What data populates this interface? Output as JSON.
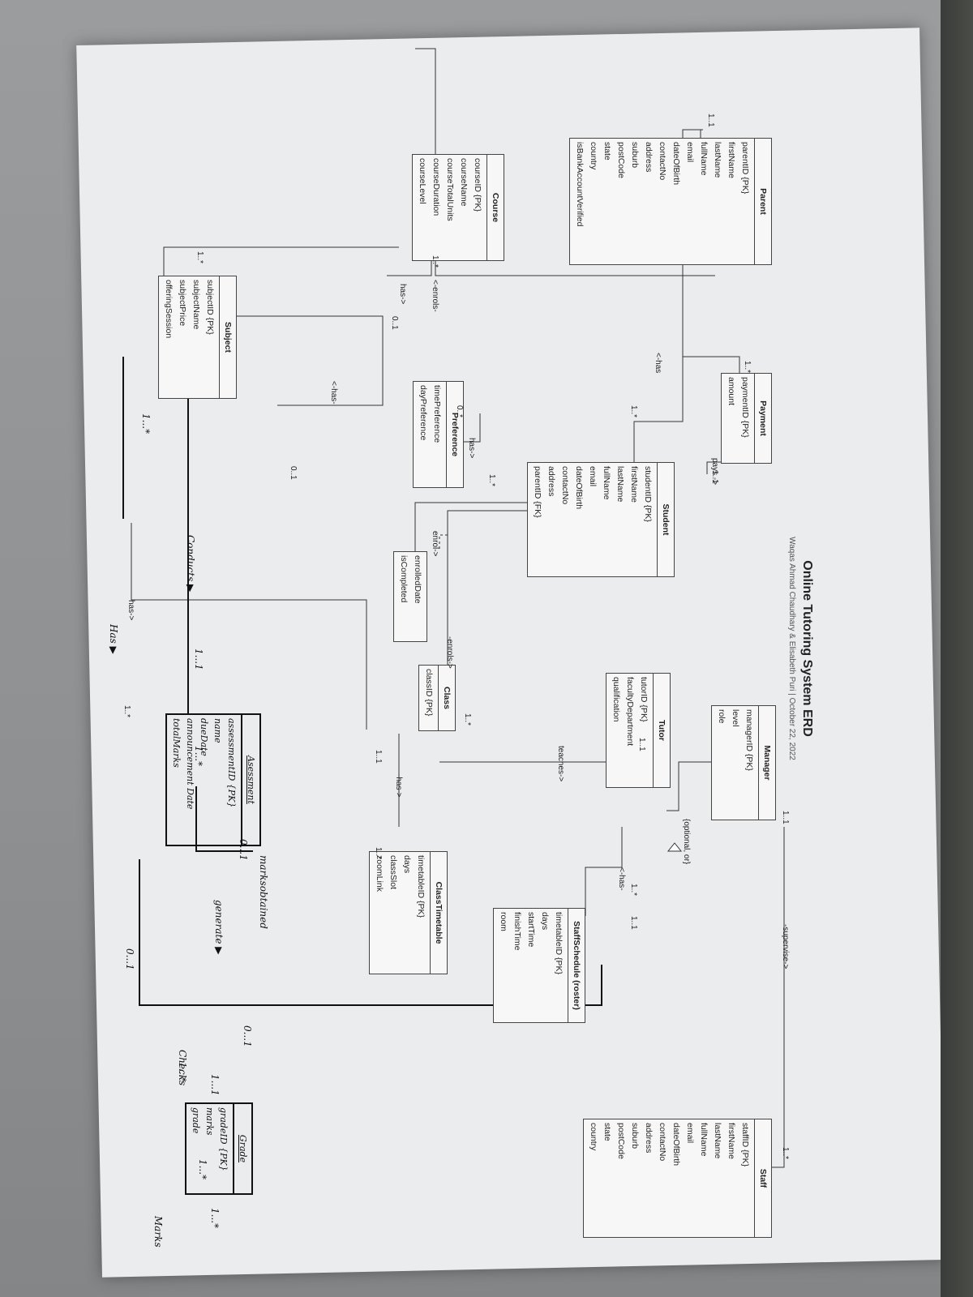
{
  "title": "Online Tutoring System ERD",
  "subtitle": "Waqas Ahmad Chaudhary & Elisabeth Puri  |  October 22, 2022",
  "entities": {
    "parent": {
      "name": "Parent",
      "attrs": [
        "parentID {PK}",
        "firstName",
        "lastName",
        "fullName",
        "email",
        "dateOfBirth",
        "contactNo",
        "address",
        "suburb",
        "postCode",
        "state",
        "country",
        "isBankAccountVerified"
      ]
    },
    "payment": {
      "name": "Payment",
      "attrs": [
        "paymentID {PK}",
        "amount"
      ]
    },
    "manager": {
      "name": "Manager",
      "attrs": [
        "managerID {PK}",
        "level",
        "role"
      ]
    },
    "staff": {
      "name": "Staff",
      "attrs": [
        "staffID {PK}",
        "firstName",
        "lastName",
        "fullName",
        "email",
        "dateOfBirth",
        "contactNo",
        "address",
        "suburb",
        "postCode",
        "state",
        "country"
      ]
    },
    "course": {
      "name": "Course",
      "attrs": [
        "courseID {PK}",
        "courseName",
        "courseTotalUnits",
        "courseDuration",
        "courseLevel"
      ]
    },
    "preference": {
      "name": "Preference",
      "attrs": [
        "timePreference",
        "dayPreference"
      ]
    },
    "student": {
      "name": "Student",
      "attrs": [
        "studentID {PK}",
        "firstName",
        "lastName",
        "fullName",
        "email",
        "dateOfBirth",
        "contactNo",
        "address",
        "parentID {FK}"
      ]
    },
    "tutor": {
      "name": "Tutor",
      "attrs": [
        "tutorID {PK}",
        "facultyDepartment",
        "qualification"
      ]
    },
    "staffschedule": {
      "name": "StaffSchedule (roster)",
      "attrs": [
        "timetableID {PK}",
        "days",
        "startTime",
        "finishTime",
        "room"
      ]
    },
    "enrol": {
      "attrs": [
        "enrolledDate",
        "isCompleted"
      ]
    },
    "class": {
      "name": "Class",
      "attrs": [
        "classID {PK}"
      ]
    },
    "classtimetable": {
      "name": "ClassTimetable",
      "attrs": [
        "timetableID {PK}",
        "days",
        "classSlot",
        "zoomLink"
      ]
    },
    "subject": {
      "name": "Subject",
      "attrs": [
        "subjectID {PK}",
        "subjectName",
        "subjectPrice",
        "offeringSession"
      ]
    },
    "assessment": {
      "name": "Asessment",
      "attrs": [
        "assessmentID {PK}",
        "name",
        "dueDate",
        "announcement Date",
        "totalMarks"
      ]
    },
    "grade": {
      "name": "Grade",
      "attrs": [
        "gradeID {PK}",
        "marks",
        "grade"
      ]
    }
  },
  "relationships": {
    "pays": "pays ->",
    "supervise": "-supervise->",
    "has_parent_student": "<-has",
    "has_student_preference": "has->",
    "has_course_subject": "has->",
    "has_preference_subject": "<-has-",
    "enrols_parent_course": "<-enrols-",
    "enrol": "enrol->",
    "enrols_student_class": "-enrols->",
    "teaches": "teaches->",
    "has_class_timetable": "-has->",
    "has_staff_schedule": "<-has-",
    "has_subject_class": "has->",
    "optional_or": "{optional, or}",
    "marks_obtained": "marksobtained",
    "generate": "generate ▶",
    "conducts": "Conducts ▶",
    "has_assessment": "Has ▶",
    "checks": "Checks",
    "marks": "Marks"
  },
  "multiplicities": {
    "one_one": "1..1",
    "one_many": "1..*",
    "zero_many": "0..*",
    "zero_one": "0..1",
    "hand_zero_one": "0...1",
    "hand_one_many": "1...*",
    "hand_one_one": "1...1"
  }
}
